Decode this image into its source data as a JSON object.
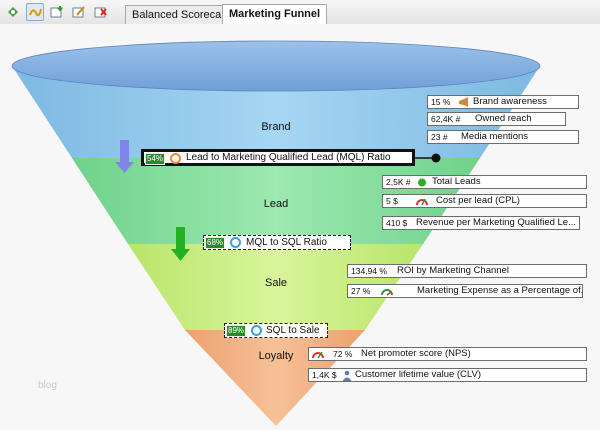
{
  "tabs": [
    {
      "label": "Balanced Scorecard",
      "selected": false
    },
    {
      "label": "Marketing Funnel",
      "selected": true
    }
  ],
  "toolbar_icons": [
    "pointer-icon",
    "connector-icon",
    "add-indicator-icon",
    "edit-icon",
    "delete-icon"
  ],
  "stages": [
    {
      "label": "Brand",
      "color": "#8fc7e8"
    },
    {
      "label": "Lead",
      "color": "#86dd9d"
    },
    {
      "label": "Sale",
      "color": "#c8ee7f"
    },
    {
      "label": "Loyalty",
      "color": "#f1b081"
    }
  ],
  "kpis": [
    {
      "value": "15 %",
      "name": "Brand awareness",
      "icon": "megaphone-icon"
    },
    {
      "value": "62,4K #",
      "name": "Owned reach",
      "icon": "none"
    },
    {
      "value": "23 #",
      "name": "Media mentions",
      "icon": "none"
    },
    {
      "value": "2,5K #",
      "name": "Total Leads",
      "icon": "green-dot-icon"
    },
    {
      "value": "5 $",
      "name": "Cost per lead (CPL)",
      "icon": "gauge-icon"
    },
    {
      "value": "410 $",
      "name": "Revenue per Marketing Qualified Le...",
      "icon": "none"
    },
    {
      "value": "134,94 %",
      "name": "ROI by Marketing Channel",
      "icon": "none"
    },
    {
      "value": "27 %",
      "name": "Marketing Expense as a Percentage of...",
      "icon": "gauge-icon"
    },
    {
      "value": "72 %",
      "name": "Net promoter score (NPS)",
      "icon": "gauge-icon"
    },
    {
      "value": "1,4K $",
      "name": "Customer lifetime value (CLV)",
      "icon": "person-icon"
    }
  ],
  "conversions": [
    {
      "percent": "54%",
      "label": "Lead to Marketing Qualified Lead (MQL) Ratio",
      "gauge_color": "#e88b3a"
    },
    {
      "percent": "68%",
      "label": "MQL to SQL Ratio",
      "gauge_color": "#3aa0e0"
    },
    {
      "percent": "89%",
      "label": "SQL to Sale",
      "gauge_color": "#3aa0e0"
    }
  ],
  "watermark": "blog",
  "colors": {
    "arrow_blue": "#7f86e8",
    "arrow_green": "#22b122",
    "selection": "#111111"
  }
}
